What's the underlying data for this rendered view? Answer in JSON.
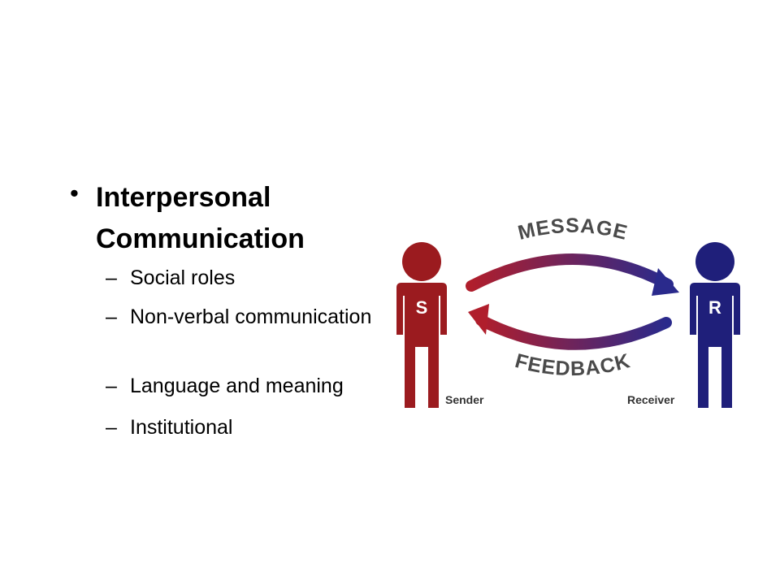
{
  "slide": {
    "bullet_symbol": "•",
    "main_bullet": "Interpersonal Communication",
    "sub_dash": "–",
    "sub_items": [
      "Social roles",
      "Non-verbal communication",
      "Language and meaning",
      "Institutional"
    ]
  },
  "diagram": {
    "top_arc_label": "MESSAGE",
    "bottom_arc_label": "FEEDBACK",
    "sender_letter": "S",
    "receiver_letter": "R",
    "sender_caption": "Sender",
    "receiver_caption": "Receiver",
    "colors": {
      "sender": "#9b1b1f",
      "receiver": "#1f1f7a",
      "arrow_gradient_start": "#b01e2c",
      "arrow_gradient_end": "#2a2a8c",
      "label_text": "#4a4a4a"
    }
  }
}
